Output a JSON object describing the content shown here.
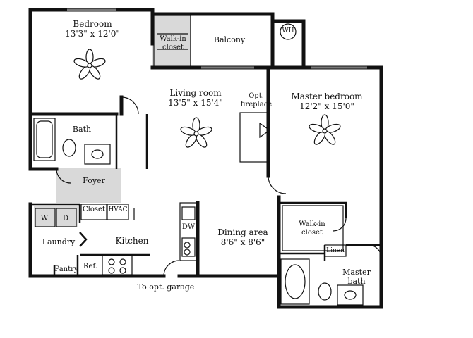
{
  "rooms": {
    "bedroom": {
      "name": "Bedroom",
      "dim": "13'3\" x 12'0\""
    },
    "walkin_closet": {
      "name": "Walk-in closet"
    },
    "balcony": {
      "name": "Balcony"
    },
    "wh": {
      "name": "WH"
    },
    "living_room": {
      "name": "Living room",
      "dim": "13'5\" x 15'4\""
    },
    "opt_fireplace": {
      "name": "Opt. fireplace"
    },
    "master_bedroom": {
      "name": "Master bedroom",
      "dim": "12'2\" x 15'0\""
    },
    "bath": {
      "name": "Bath"
    },
    "foyer": {
      "name": "Foyer"
    },
    "closet": {
      "name": "Closet"
    },
    "hvac": {
      "name": "HVAC"
    },
    "w": {
      "name": "W"
    },
    "d": {
      "name": "D"
    },
    "laundry": {
      "name": "Laundry"
    },
    "kitchen": {
      "name": "Kitchen"
    },
    "dw": {
      "name": "DW"
    },
    "dining_area": {
      "name": "Dining area",
      "dim": "8'6\" x 8'6\""
    },
    "master_walkin": {
      "name": "Walk-in closet"
    },
    "linen": {
      "name": "Linen"
    },
    "master_bath": {
      "name": "Master bath"
    },
    "pantry": {
      "name": "Pantry"
    },
    "ref": {
      "name": "Ref."
    }
  },
  "annotations": {
    "garage": "To opt. garage"
  },
  "colors": {
    "wall": "#111111",
    "fill": "#ffffff",
    "shade": "#d9d9d9"
  }
}
